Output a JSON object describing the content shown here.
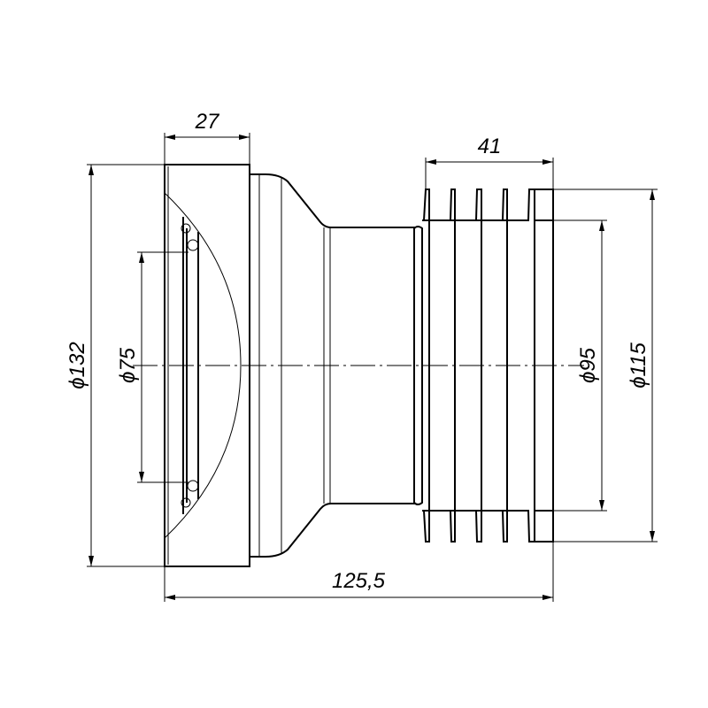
{
  "drawing": {
    "dimensions": {
      "flange_width": "27",
      "fins_length": "41",
      "total_length": "125,5",
      "outer_diameter": "ϕ132",
      "inner_diameter": "ϕ75",
      "pipe_inner_diameter": "ϕ95",
      "pipe_outer_diameter": "ϕ115"
    }
  }
}
